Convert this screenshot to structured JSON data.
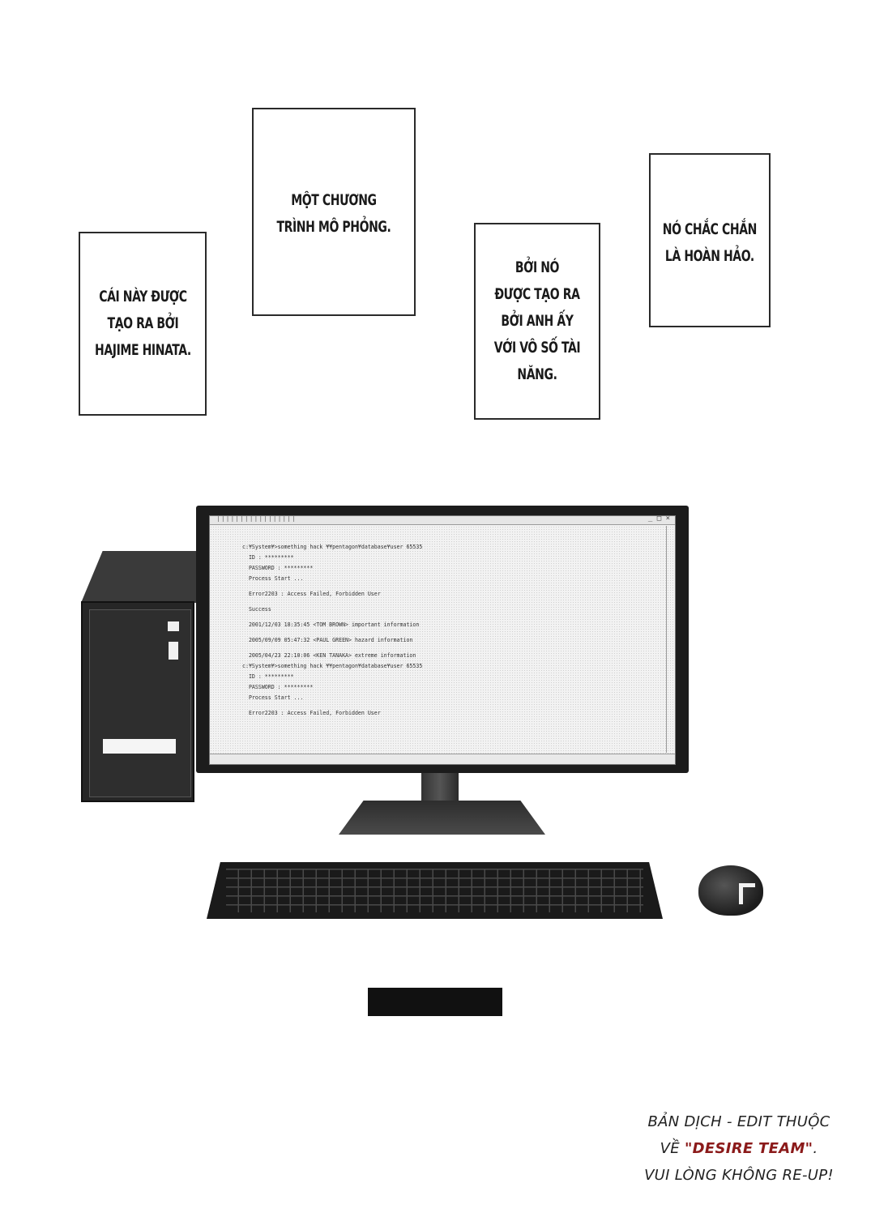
{
  "captions": [
    {
      "id": "box1",
      "text": "CÁI NÀY ĐƯỢC\nTẠO RA BỞI\nHAJIME HINATA."
    },
    {
      "id": "box2",
      "text": "MỘT CHƯƠNG\nTRÌNH MÔ PHỎNG."
    },
    {
      "id": "box3",
      "text": "BỞI NÓ\nĐƯỢC TẠO RA\nBỞI ANH ẤY\nVỚI VÔ SỐ TÀI\nNĂNG."
    },
    {
      "id": "box4",
      "text": "NÓ CHẮC CHẮN\nLÀ HOÀN HẢO."
    }
  ],
  "terminal": {
    "window_controls": "_ □ ×",
    "lines": [
      "c:¥System¥>something hack ¥¥pentagon¥database¥user 65535",
      "  ID : *********",
      "  PASSWORD : *********",
      "  Process Start ...",
      "",
      "  Error2203 : Access Failed, Forbidden User",
      "",
      "  Success",
      "",
      "  2001/12/03 18:35:45 <TOM BROWN> important information",
      "",
      "  2005/09/09 05:47:32 <PAUL GREEN> hazard information",
      "",
      "  2005/04/23 22:10:06 <KEN TANAKA> extreme information",
      "c:¥System¥>something hack ¥¥pentagon¥database¥user 65535",
      "  ID : *********",
      "  PASSWORD : *********",
      "  Process Start ...",
      "",
      "  Error2203 : Access Failed, Forbidden User"
    ]
  },
  "credit": {
    "line1": "BẢN DỊCH - EDIT THUỘC",
    "line2_prefix": "VỀ ",
    "line2_team": "\"DESIRE TEAM\"",
    "line2_suffix": ".",
    "line3": "VUI LÒNG KHÔNG RE-UP!"
  }
}
